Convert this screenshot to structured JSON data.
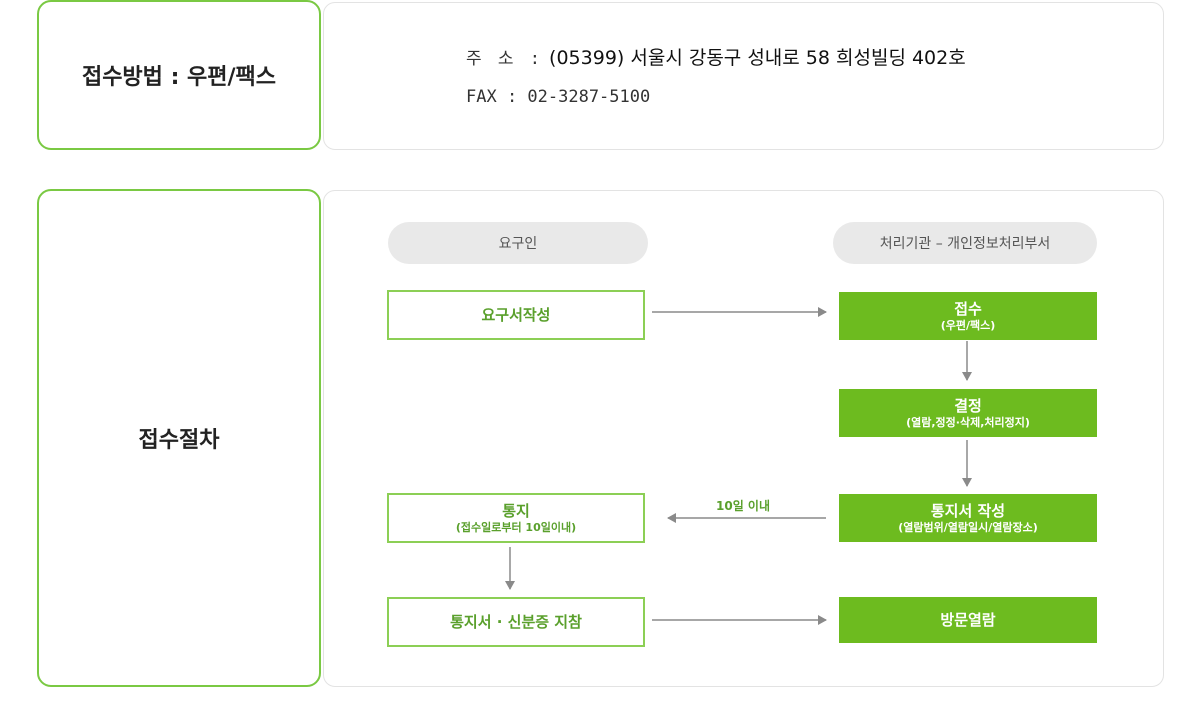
{
  "method": {
    "label": "접수방법 : 우편/팩스",
    "address_key": "주 소 :",
    "address_value": "(05399) 서울시 강동구 성내로 58 희성빌딩 402호",
    "fax": "FAX : 02-3287-5100"
  },
  "procedure": {
    "label": "접수절차",
    "requester_header": "요구인",
    "processor_header": "처리기관 – 개인정보처리부서",
    "steps": {
      "write_request": "요구서작성",
      "receive": "접수",
      "receive_sub": "(우편/팩스)",
      "decide": "결정",
      "decide_sub": "(열람,정정·삭제,처리정지)",
      "write_notice": "통지서 작성",
      "write_notice_sub": "(열람범위/열람일시/열람장소)",
      "notice": "통지",
      "notice_sub": "(접수일로부터 10일이내)",
      "bring_id": "통지서 · 신분증 지참",
      "visit": "방문열람"
    },
    "within_days": "10일 이내"
  },
  "colors": {
    "accent_green": "#7ac943",
    "step_green": "#6dbb1f",
    "arrow_gray": "#8a8a8a"
  }
}
